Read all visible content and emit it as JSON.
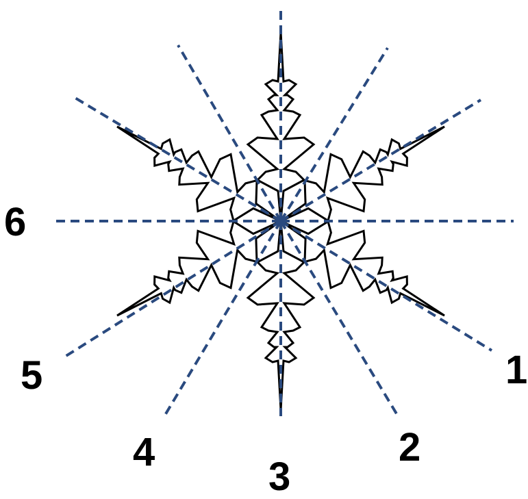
{
  "diagram": {
    "labels": [
      "1",
      "2",
      "3",
      "4",
      "5",
      "6"
    ],
    "line_color": "#2a4a7f",
    "outline_color": "#000000",
    "background_color": "#ffffff"
  }
}
